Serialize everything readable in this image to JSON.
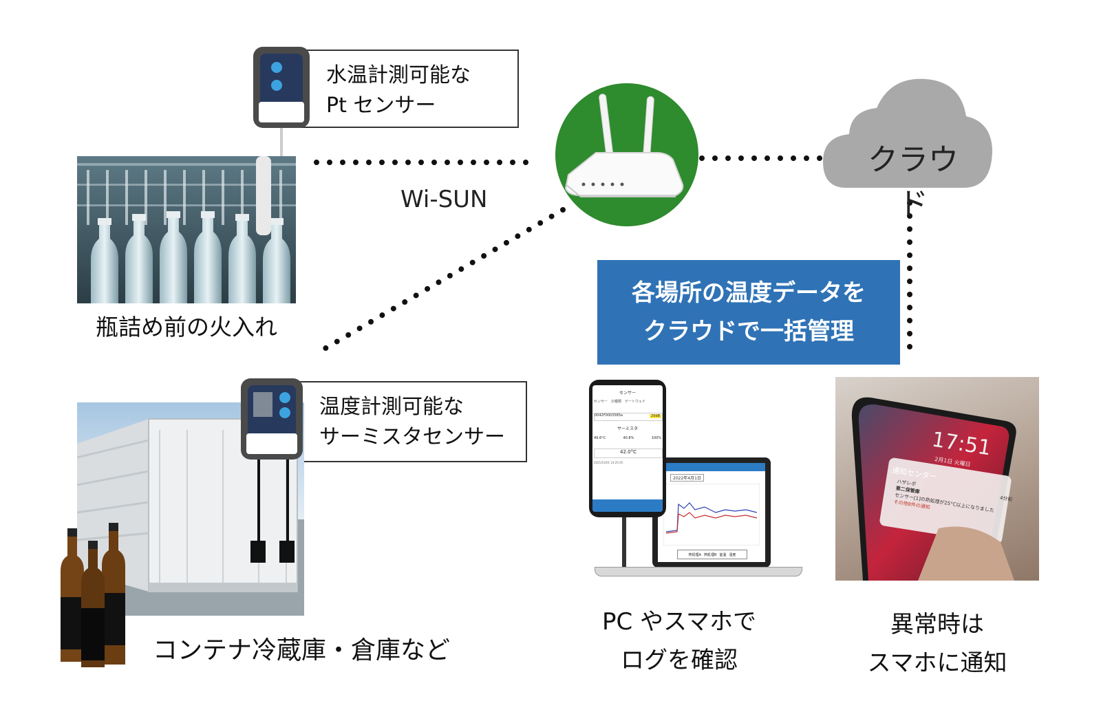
{
  "pt_sensor": {
    "line1": "水温計測可能な",
    "line2": "Pt センサー"
  },
  "thermistor_sensor": {
    "line1": "温度計測可能な",
    "line2": "サーミスタセンサー"
  },
  "wisun_label": "Wi-SUN",
  "cloud_label": "クラウド",
  "bottling_caption": "瓶詰め前の火入れ",
  "container_caption": "コンテナ冷蔵庫・倉庫など",
  "banner": {
    "line1": "各場所の温度データを",
    "line2": "クラウドで一括管理"
  },
  "pc_caption": {
    "line1": "PC やスマホで",
    "line2": "ログを確認"
  },
  "alert_caption": {
    "line1": "異常時は",
    "line2": "スマホに通知"
  },
  "phone_app": {
    "header": "センサー",
    "tabs": [
      "センサー",
      "の種類",
      "ゲートウェイ"
    ],
    "device_id": "0042F0003585a",
    "status_badge": "20dB",
    "section": "サーミスタ",
    "readings": [
      "49.6°C",
      "40.8%",
      "100%"
    ],
    "temp_value": "42.0°C",
    "timestamp": "2021/10/01 14:25:05"
  },
  "laptop_app": {
    "date": "2022年4月1日",
    "legend": [
      "熱処理A",
      "熱処理B",
      "室温",
      "湿度"
    ]
  },
  "lockscreen": {
    "time": "17:51",
    "date": "2月1日 火曜日",
    "center": "通知センター",
    "app": "ハザレポ",
    "ago": "4分前",
    "title": "第二保管庫",
    "body": "センサー[1]の熱処理が25°C以上になりました",
    "more": "その他8件の通知"
  },
  "colors": {
    "router_circle": "#2e8b2e",
    "banner": "#2f73b6",
    "cloud": "#a9a9a9",
    "sensor_body": "#27395d",
    "led": "#3da3e0"
  }
}
